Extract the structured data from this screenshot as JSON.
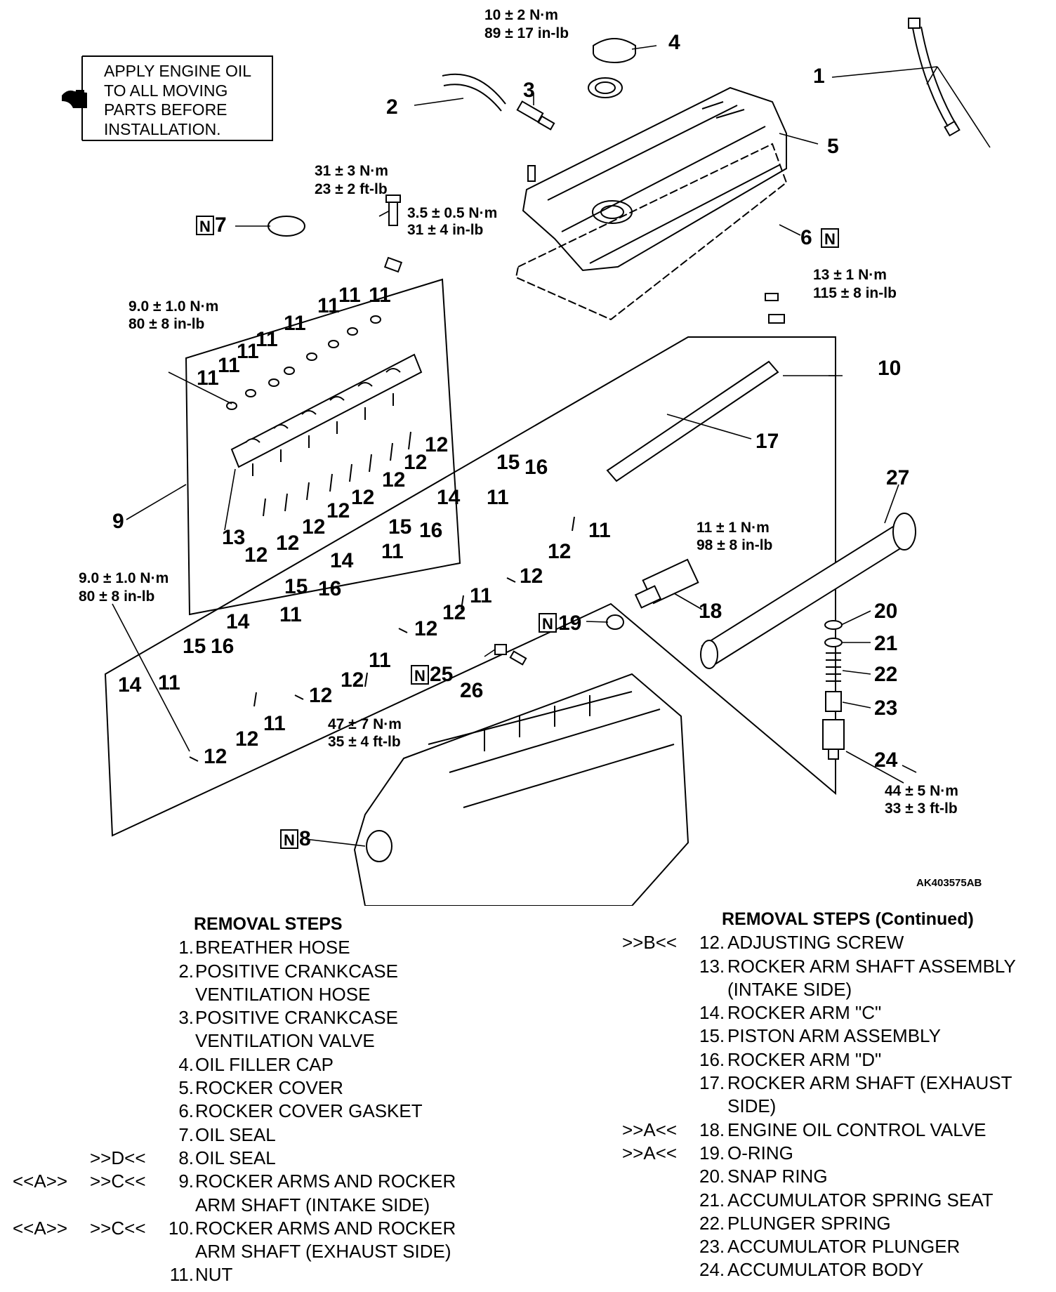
{
  "note": {
    "lines": [
      "APPLY ENGINE OIL",
      "TO ALL MOVING",
      "PARTS BEFORE",
      "INSTALLATION."
    ],
    "icon": "oil-can-icon"
  },
  "torques": {
    "t3": [
      "10 ± 2 N·m",
      "89 ± 17 in-lb"
    ],
    "t_rc": [
      "31 ± 3 N·m",
      "23 ± 2 ft-lb"
    ],
    "t_rc2": [
      "3.5 ± 0.5 N·m",
      "31 ± 4 in-lb"
    ],
    "t_gasket": [
      "13 ± 1 N·m",
      "115 ± 8 in-lb"
    ],
    "t9": [
      "9.0 ± 1.0 N·m",
      "80 ± 8 in-lb"
    ],
    "t10": [
      "9.0 ± 1.0 N·m",
      "80 ± 8 in-lb"
    ],
    "t18": [
      "11 ± 1 N·m",
      "98 ± 8 in-lb"
    ],
    "t25": [
      "47 ± 7 N·m",
      "35 ± 4 ft-lb"
    ],
    "t24": [
      "44 ± 5 N·m",
      "33 ± 3 ft-lb"
    ]
  },
  "figure_id": "AK403575AB",
  "new_part_mark": "N",
  "left_steps": {
    "title": "REMOVAL STEPS",
    "rows": [
      {
        "pre1": "",
        "pre2": "",
        "num": "1.",
        "text": "BREATHER HOSE"
      },
      {
        "pre1": "",
        "pre2": "",
        "num": "2.",
        "text": "POSITIVE CRANKCASE"
      },
      {
        "pre1": "",
        "pre2": "",
        "num": "",
        "text": "VENTILATION HOSE"
      },
      {
        "pre1": "",
        "pre2": "",
        "num": "3.",
        "text": "POSITIVE CRANKCASE"
      },
      {
        "pre1": "",
        "pre2": "",
        "num": "",
        "text": "VENTILATION VALVE"
      },
      {
        "pre1": "",
        "pre2": "",
        "num": "4.",
        "text": "OIL FILLER CAP"
      },
      {
        "pre1": "",
        "pre2": "",
        "num": "5.",
        "text": "ROCKER COVER"
      },
      {
        "pre1": "",
        "pre2": "",
        "num": "6.",
        "text": "ROCKER COVER GASKET"
      },
      {
        "pre1": "",
        "pre2": "",
        "num": "7.",
        "text": "OIL SEAL"
      },
      {
        "pre1": "",
        "pre2": ">>D<<",
        "num": "8.",
        "text": "OIL SEAL"
      },
      {
        "pre1": "<<A>>",
        "pre2": ">>C<<",
        "num": "9.",
        "text": "ROCKER ARMS AND ROCKER"
      },
      {
        "pre1": "",
        "pre2": "",
        "num": "",
        "text": "ARM SHAFT (INTAKE SIDE)"
      },
      {
        "pre1": "<<A>>",
        "pre2": ">>C<<",
        "num": "10.",
        "text": "ROCKER ARMS AND ROCKER"
      },
      {
        "pre1": "",
        "pre2": "",
        "num": "",
        "text": "ARM SHAFT (EXHAUST SIDE)"
      },
      {
        "pre1": "",
        "pre2": "",
        "num": "11.",
        "text": "NUT"
      }
    ]
  },
  "right_steps": {
    "title": "REMOVAL STEPS (Continued)",
    "rows": [
      {
        "pre": ">>B<<",
        "num": "12.",
        "text": "ADJUSTING SCREW"
      },
      {
        "pre": "",
        "num": "13.",
        "text": "ROCKER ARM SHAFT ASSEMBLY"
      },
      {
        "pre": "",
        "num": "",
        "text": "(INTAKE SIDE)"
      },
      {
        "pre": "",
        "num": "14.",
        "text": "ROCKER ARM \"C\""
      },
      {
        "pre": "",
        "num": "15.",
        "text": "PISTON ARM ASSEMBLY"
      },
      {
        "pre": "",
        "num": "16.",
        "text": "ROCKER ARM \"D\""
      },
      {
        "pre": "",
        "num": "17.",
        "text": "ROCKER ARM SHAFT (EXHAUST"
      },
      {
        "pre": "",
        "num": "",
        "text": "SIDE)"
      },
      {
        "pre": ">>A<<",
        "num": "18.",
        "text": "ENGINE OIL CONTROL VALVE"
      },
      {
        "pre": ">>A<<",
        "num": "19.",
        "text": "O-RING"
      },
      {
        "pre": "",
        "num": "20.",
        "text": "SNAP RING"
      },
      {
        "pre": "",
        "num": "21.",
        "text": "ACCUMULATOR SPRING SEAT"
      },
      {
        "pre": "",
        "num": "22.",
        "text": "PLUNGER SPRING"
      },
      {
        "pre": "",
        "num": "23.",
        "text": "ACCUMULATOR PLUNGER"
      },
      {
        "pre": "",
        "num": "24.",
        "text": "ACCUMULATOR BODY"
      }
    ]
  },
  "callouts": {
    "c1": "1",
    "c2": "2",
    "c3": "3",
    "c4": "4",
    "c5": "5",
    "c6": "6",
    "c7": "7",
    "c8": "8",
    "c9": "9",
    "c10": "10",
    "c11": "11",
    "c12": "12",
    "c13": "13",
    "c14": "14",
    "c15": "15",
    "c16": "16",
    "c17": "17",
    "c18": "18",
    "c19": "19",
    "c20": "20",
    "c21": "21",
    "c22": "22",
    "c23": "23",
    "c24": "24",
    "c25": "25",
    "c26": "26",
    "c27": "27"
  }
}
